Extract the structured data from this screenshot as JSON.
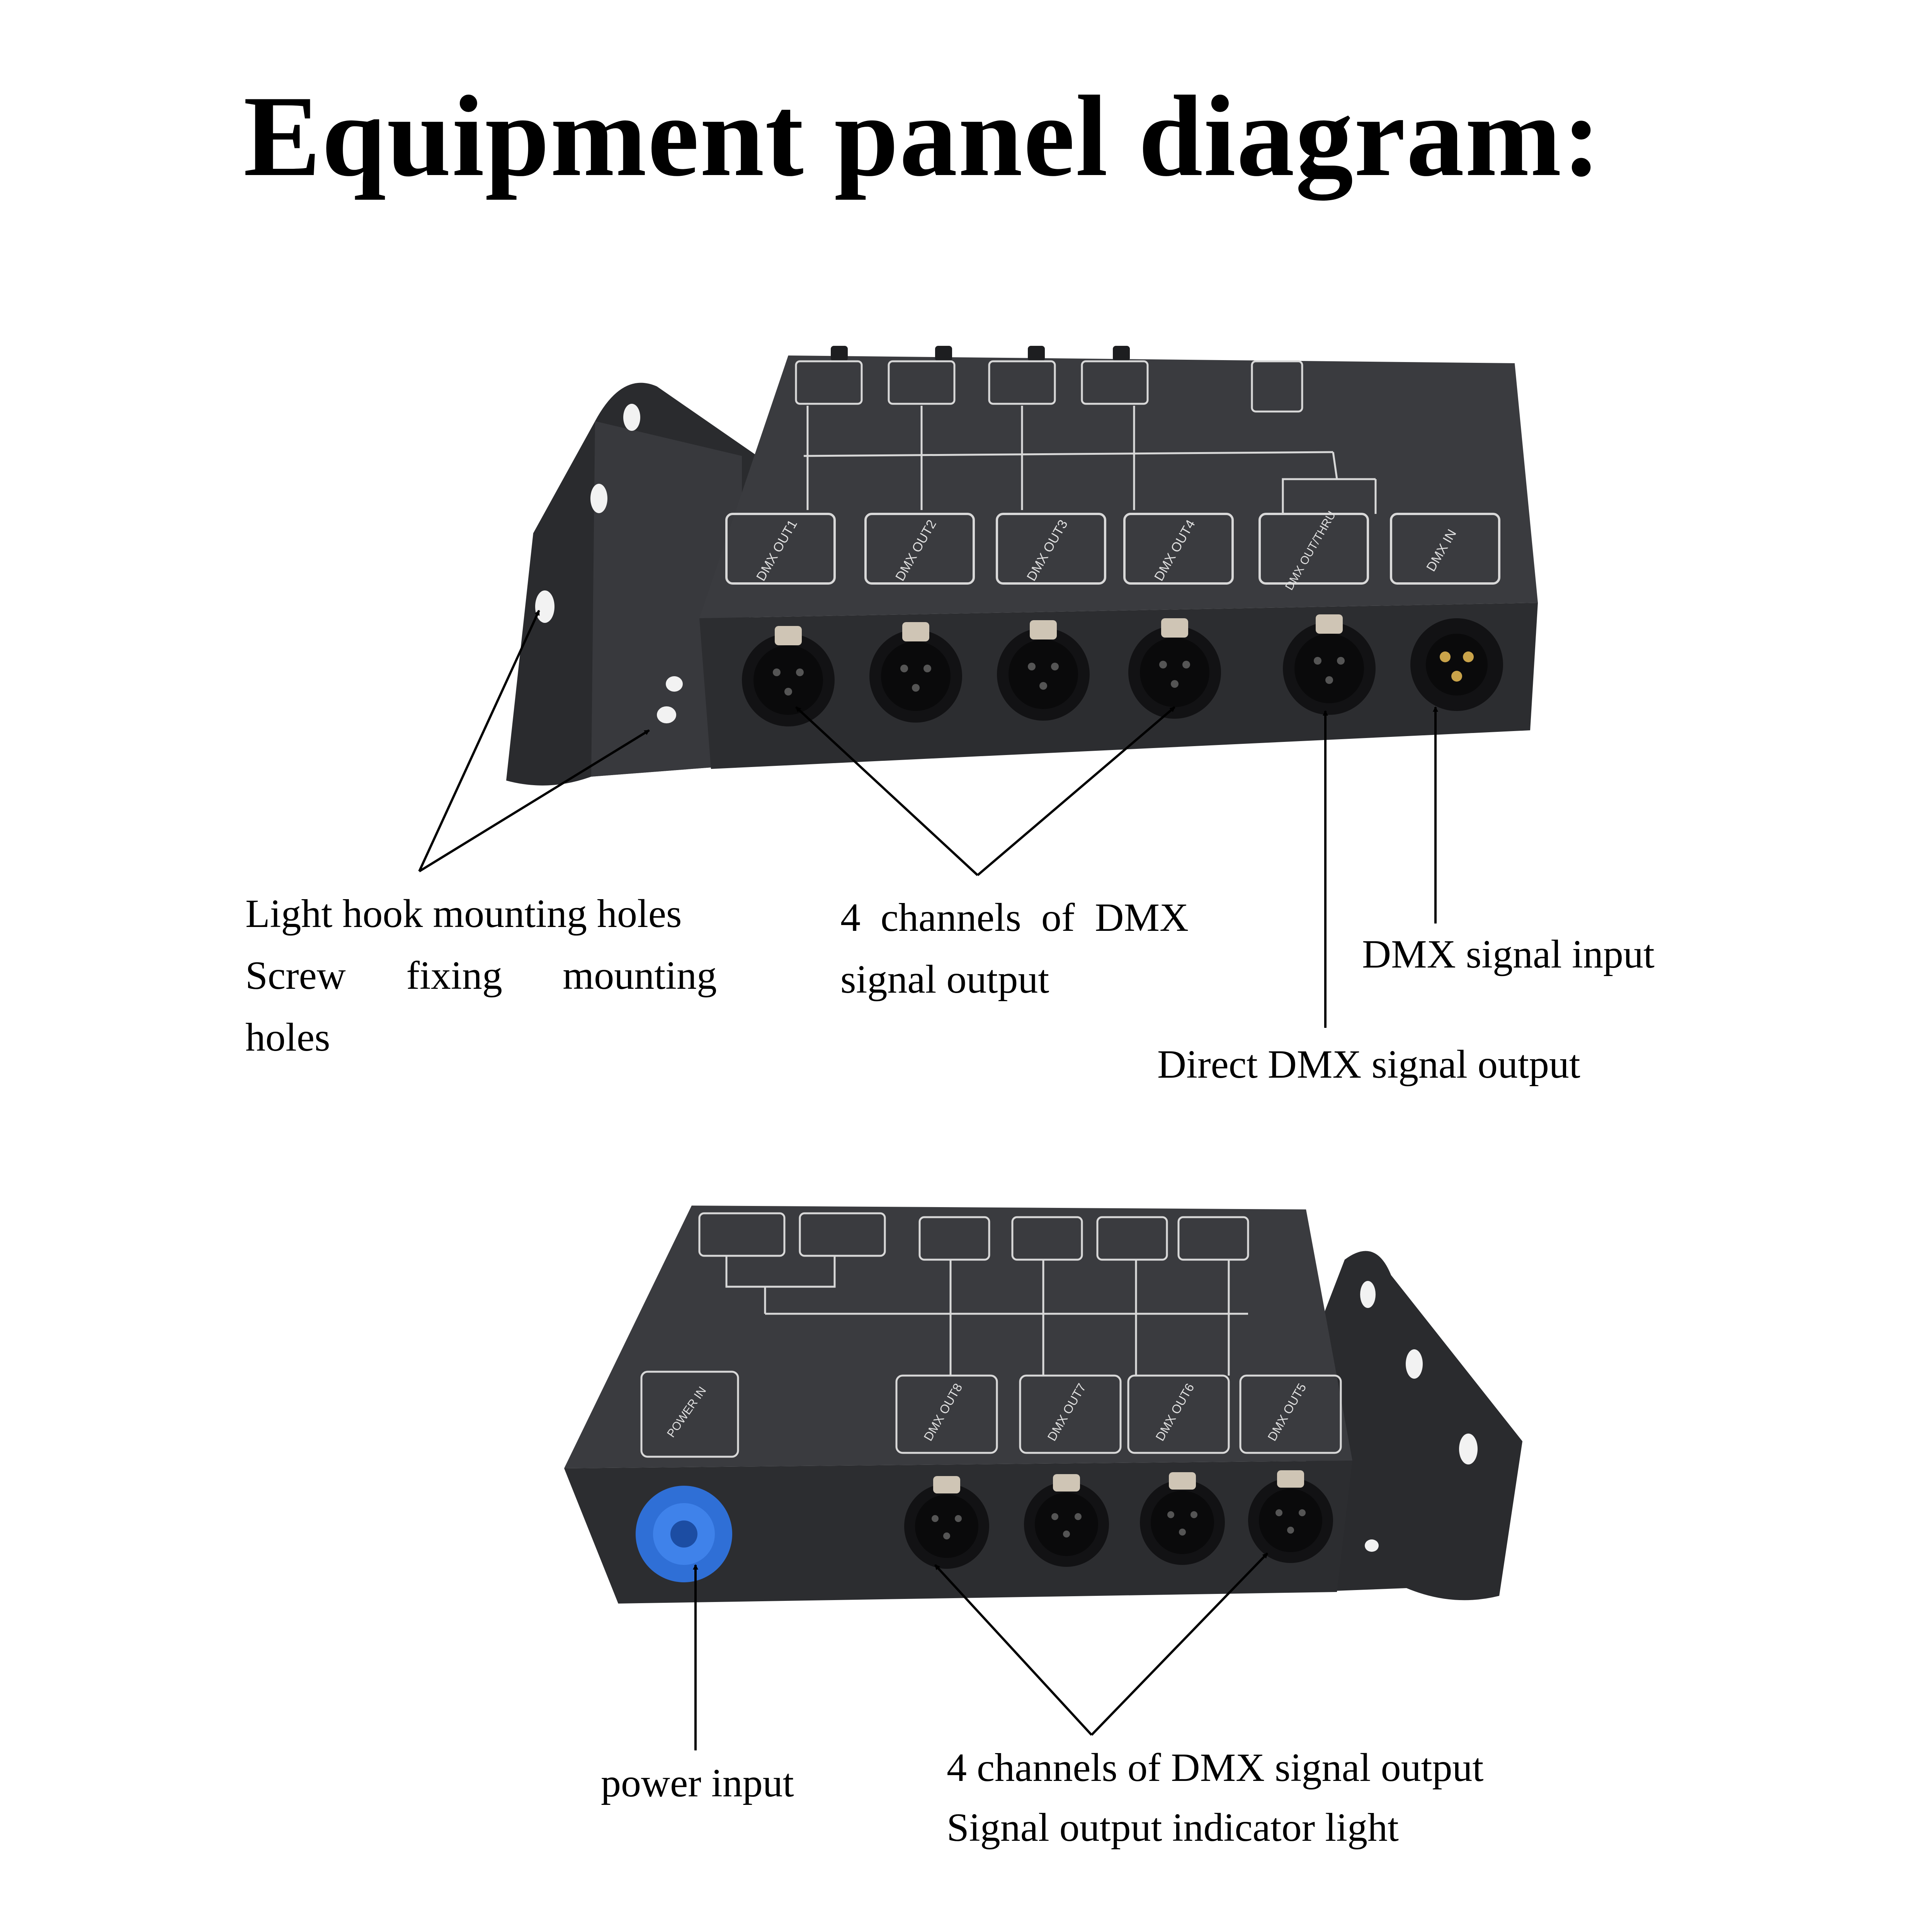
{
  "title": "Equipment panel diagram:",
  "top_unit": {
    "panel_labels": [
      "DMX OUT1",
      "DMX OUT2",
      "DMX OUT3",
      "DMX OUT4",
      "DMX OUT/THRU",
      "DMX IN"
    ],
    "callouts": {
      "mounting_line1": "Light hook mounting holes",
      "mounting_line2_words": [
        "Screw",
        "fixing",
        "mounting"
      ],
      "mounting_line3": "holes",
      "channels_line1": "4  channels  of  DMX",
      "channels_line2": "signal output",
      "input": "DMX signal input",
      "direct": "Direct DMX signal output"
    }
  },
  "bottom_unit": {
    "panel_labels": [
      "DMX OUT8",
      "DMX OUT7",
      "DMX OUT6",
      "DMX OUT5"
    ],
    "power_label": "POWER IN",
    "callouts": {
      "power": "power input",
      "channels_line1": "4 channels of DMX signal output",
      "channels_line2": "Signal output indicator light"
    }
  },
  "colors": {
    "panel": "#3a3b3f",
    "panel_side": "#2c2d30",
    "bracket": "#2a2b2e",
    "connector": "#121214",
    "power_connector": "#2f6fd6"
  }
}
